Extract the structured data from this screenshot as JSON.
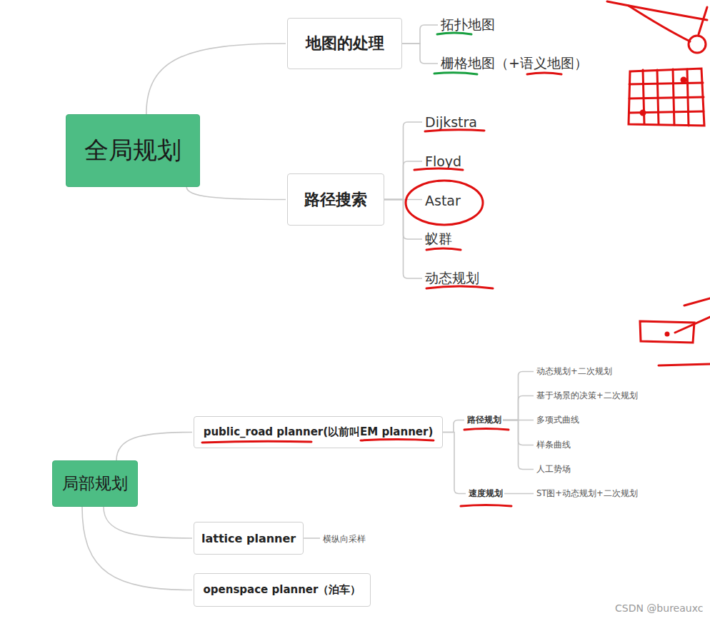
{
  "diagram": {
    "nodes": [
      {
        "text": [
          "全局规划"
        ]
      },
      {
        "text": [
          "地图的处理"
        ]
      },
      {
        "text": [
          "拓扑地图"
        ]
      },
      {
        "text": [
          "栅格地图（+语义地图）"
        ]
      },
      {
        "text": [
          "路径搜索"
        ]
      },
      {
        "text": [
          "Dijkstra"
        ]
      },
      {
        "text": [
          "Floyd"
        ]
      },
      {
        "text": [
          "Astar"
        ]
      },
      {
        "text": [
          "蚁群"
        ]
      },
      {
        "text": [
          "动态规划"
        ]
      },
      {
        "text": [
          "局部规划"
        ]
      },
      {
        "text": [
          "public_road planner(以前叫EM planner)"
        ]
      },
      {
        "text": [
          "路径规划"
        ]
      },
      {
        "text": [
          "动态规划+二次规划"
        ]
      },
      {
        "text": [
          "基于场景的决策+二次规划"
        ]
      },
      {
        "text": [
          "多项式曲线"
        ]
      },
      {
        "text": [
          "样条曲线"
        ]
      },
      {
        "text": [
          "人工势场"
        ]
      },
      {
        "text": [
          "速度规划"
        ]
      },
      {
        "text": [
          "ST图+动态规划+二次规划"
        ]
      },
      {
        "text": [
          "lattice planner"
        ]
      },
      {
        "text": [
          "横纵向采样"
        ]
      },
      {
        "text": [
          "openspace planner（泊车）"
        ]
      }
    ],
    "edges": [
      {
        "from": 0,
        "to": 1,
        "arrow": "none"
      },
      {
        "from": 0,
        "to": 4,
        "arrow": "none"
      },
      {
        "from": 1,
        "to": 2,
        "arrow": "none"
      },
      {
        "from": 1,
        "to": 3,
        "arrow": "none"
      },
      {
        "from": 4,
        "to": 5,
        "arrow": "none"
      },
      {
        "from": 4,
        "to": 6,
        "arrow": "none"
      },
      {
        "from": 4,
        "to": 7,
        "arrow": "none"
      },
      {
        "from": 4,
        "to": 8,
        "arrow": "none"
      },
      {
        "from": 4,
        "to": 9,
        "arrow": "none"
      },
      {
        "from": 10,
        "to": 11,
        "arrow": "none"
      },
      {
        "from": 10,
        "to": 20,
        "arrow": "none"
      },
      {
        "from": 10,
        "to": 22,
        "arrow": "none"
      },
      {
        "from": 11,
        "to": 12,
        "arrow": "none"
      },
      {
        "from": 11,
        "to": 18,
        "arrow": "none"
      },
      {
        "from": 12,
        "to": 13,
        "arrow": "none"
      },
      {
        "from": 12,
        "to": 14,
        "arrow": "none"
      },
      {
        "from": 12,
        "to": 15,
        "arrow": "none"
      },
      {
        "from": 12,
        "to": 16,
        "arrow": "none"
      },
      {
        "from": 12,
        "to": 17,
        "arrow": "none"
      },
      {
        "from": 18,
        "to": 19,
        "arrow": "none"
      },
      {
        "from": 20,
        "to": 21,
        "arrow": "none"
      }
    ],
    "labels": [
      "CSDN @bureauxc"
    ]
  }
}
